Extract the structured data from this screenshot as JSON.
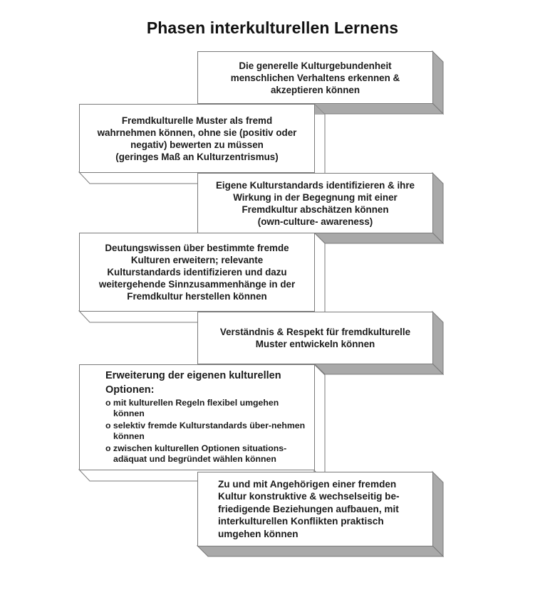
{
  "title": "Phasen interkulturellen Lernens",
  "colors": {
    "border": "#7a7a7a",
    "shade": "#a9a9a9",
    "face": "#ffffff",
    "text": "#1b1b1b"
  },
  "phases": [
    {
      "side": "right",
      "lines": [
        "Die generelle Kulturgebundenheit",
        "menschlichen Verhaltens erkennen &",
        "akzeptieren können"
      ]
    },
    {
      "side": "left",
      "lines": [
        "Fremdkulturelle Muster als fremd",
        "wahrnehmen können, ohne sie (positiv oder",
        "negativ) bewerten zu müssen",
        "(geringes Maß an Kulturzentrismus)"
      ]
    },
    {
      "side": "right",
      "lines": [
        "Eigene Kulturstandards identifizieren & ihre",
        "Wirkung in der Begegnung mit einer",
        "Fremdkultur abschätzen können",
        "(own-culture- awareness)"
      ]
    },
    {
      "side": "left",
      "lines": [
        "Deutungswissen über bestimmte fremde",
        "Kulturen erweitern; relevante",
        "Kulturstandards identifizieren und dazu",
        "weitergehende  Sinnzusammenhänge  in der",
        "Fremdkultur herstellen können"
      ]
    },
    {
      "side": "right",
      "lines": [
        "Verständnis & Respekt für fremdkulturelle",
        "Muster entwickeln können"
      ]
    },
    {
      "side": "left",
      "heading": [
        "Erweiterung der eigenen kulturellen",
        "Optionen:"
      ],
      "items": [
        "o mit kulturellen Regeln flexibel umgehen können",
        "o selektiv fremde Kulturstandards über-nehmen können",
        "o zwischen kulturellen Optionen situations-adäquat und begründet wählen können"
      ]
    },
    {
      "side": "right",
      "lines": [
        "Zu und mit Angehörigen einer fremden",
        "Kultur konstruktive & wechselseitig  be-",
        "friedigende Beziehungen aufbauen, mit",
        "interkulturellen Konflikten praktisch",
        "umgehen können"
      ]
    }
  ]
}
